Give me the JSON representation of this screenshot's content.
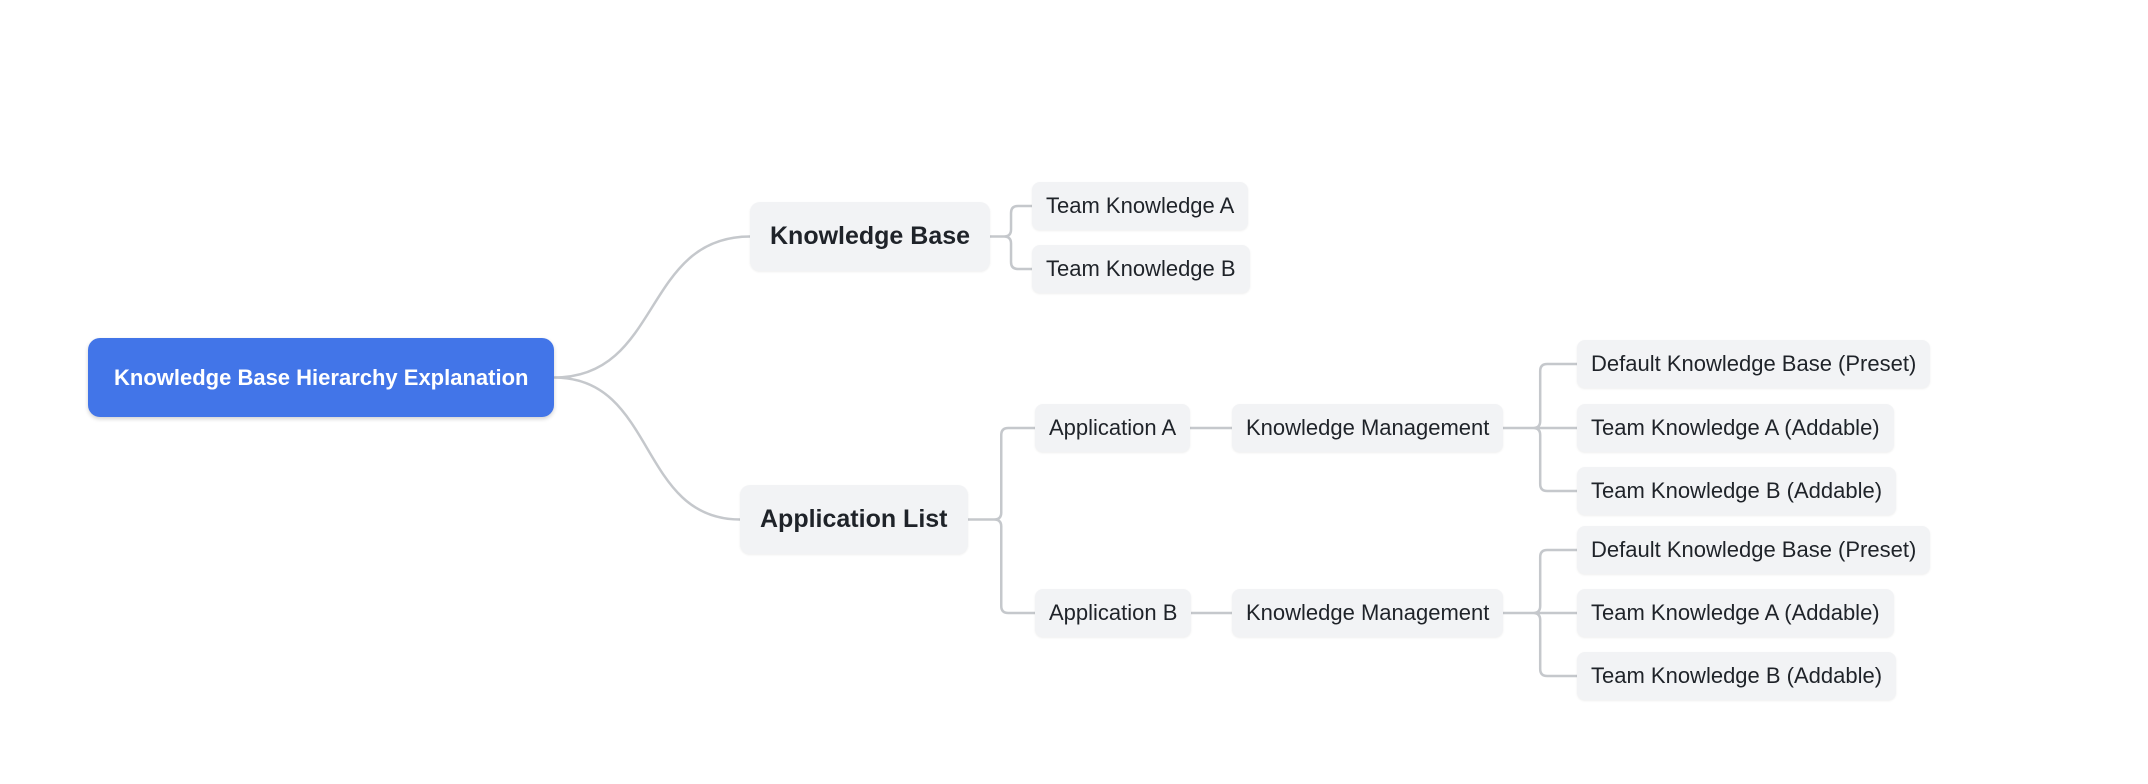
{
  "colors": {
    "canvas_bg": "#ffffff",
    "root_bg": "#4275e8",
    "root_text": "#ffffff",
    "node_bg": "#f2f3f5",
    "node_text": "#1f2329",
    "connector": "#c5c8cc"
  },
  "mindmap": {
    "root": {
      "label": "Knowledge Base Hierarchy Explanation"
    },
    "knowledge_base": {
      "label": "Knowledge Base",
      "children": [
        {
          "label": "Team Knowledge A"
        },
        {
          "label": "Team Knowledge B"
        }
      ]
    },
    "application_list": {
      "label": "Application List",
      "applications": [
        {
          "label": "Application A",
          "management": {
            "label": "Knowledge Management",
            "knowledge_bases": [
              {
                "label": "Default Knowledge Base (Preset)"
              },
              {
                "label": "Team Knowledge A (Addable)"
              },
              {
                "label": "Team Knowledge B (Addable)"
              }
            ]
          }
        },
        {
          "label": "Application B",
          "management": {
            "label": "Knowledge Management",
            "knowledge_bases": [
              {
                "label": "Default Knowledge Base (Preset)"
              },
              {
                "label": "Team Knowledge A (Addable)"
              },
              {
                "label": "Team Knowledge B (Addable)"
              }
            ]
          }
        }
      ]
    }
  }
}
